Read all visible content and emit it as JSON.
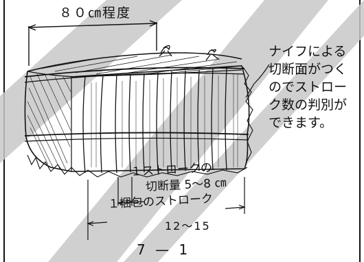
{
  "figure": {
    "top_label": "８０㎝程度",
    "note_lines": [
      "ナイフによる",
      "切断面がつく",
      "のでストロー",
      "ク数の判別が",
      "できます。"
    ],
    "stroke_label_line1": "１ストロークの",
    "stroke_label_line2": "切断量 5～8 ㎝",
    "bale_label": "１梱包のストローク",
    "bale_range": "12～15",
    "caption": "7 — 1"
  },
  "colors": {
    "ink": "#111111",
    "watermark": "#c8c8c8",
    "paper": "#ffffff"
  }
}
